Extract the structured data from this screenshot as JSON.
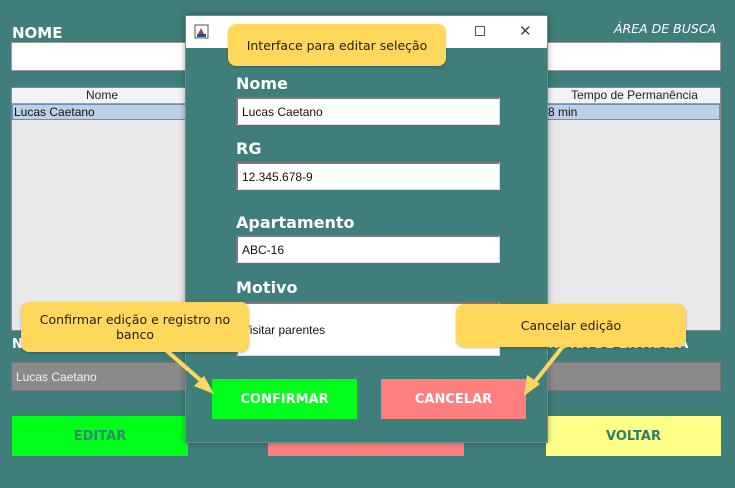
{
  "background": {
    "nome_label": "NOME",
    "area_busca_label": "ÁREA DE BUSCA",
    "table": {
      "headers": [
        "Nome",
        "Tempo de Permanência"
      ],
      "rows": [
        {
          "nome": "Lucas Caetano",
          "tempo": "8 min"
        }
      ]
    },
    "nome_bottom_label": "NOME",
    "nome_bottom_value": "Lucas Caetano",
    "hora_entrada_label": "HORA DE ENTRADA",
    "buttons": {
      "editar": "EDITAR",
      "voltar": "VOLTAR"
    }
  },
  "dialog": {
    "fields": {
      "nome": {
        "label": "Nome",
        "value": "Lucas Caetano"
      },
      "rg": {
        "label": "RG",
        "value": "12.345.678-9"
      },
      "apartamento": {
        "label": "Apartamento",
        "value": "ABC-16"
      },
      "motivo": {
        "label": "Motivo",
        "value": "Visitar parentes"
      }
    },
    "buttons": {
      "confirmar": "CONFIRMAR",
      "cancelar": "CANCELAR"
    }
  },
  "callouts": {
    "top": "Interface para editar seleção",
    "confirm": "Confirmar edição e registro no banco",
    "cancel": "Cancelar edição"
  },
  "colors": {
    "background": "#3f7e7b",
    "confirm_green": "#00ff1a",
    "cancel_red": "#ff7f7f",
    "voltar_yellow": "#ffff88",
    "callout_yellow": "#ffd75a"
  }
}
